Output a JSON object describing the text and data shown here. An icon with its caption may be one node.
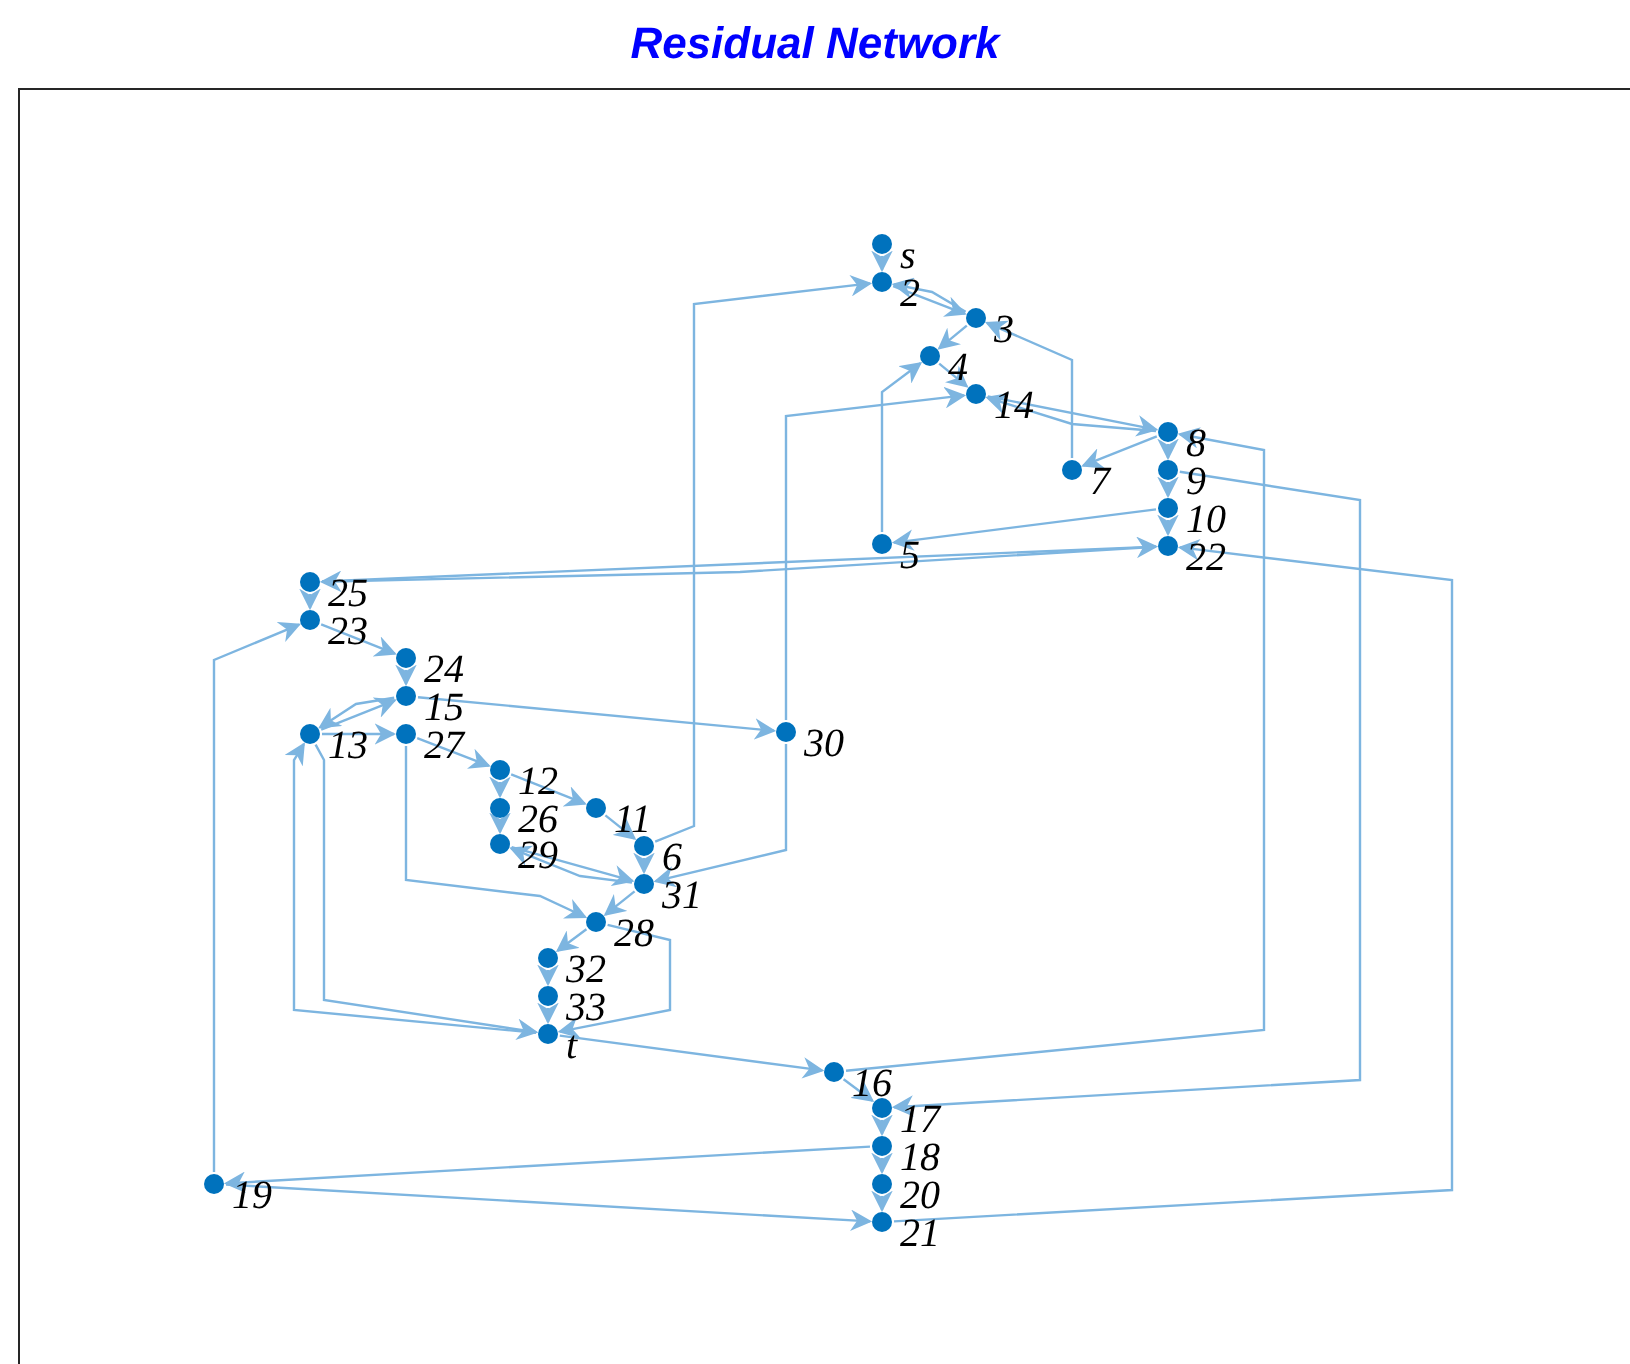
{
  "diagram": {
    "title": "Residual Network",
    "nodes": [
      {
        "text": [
          "s"
        ]
      },
      {
        "text": [
          "2"
        ]
      },
      {
        "text": [
          "3"
        ]
      },
      {
        "text": [
          "4"
        ]
      },
      {
        "text": [
          "14"
        ]
      },
      {
        "text": [
          "8"
        ]
      },
      {
        "text": [
          "7"
        ]
      },
      {
        "text": [
          "9"
        ]
      },
      {
        "text": [
          "10"
        ]
      },
      {
        "text": [
          "22"
        ]
      },
      {
        "text": [
          "5"
        ]
      },
      {
        "text": [
          "25"
        ]
      },
      {
        "text": [
          "23"
        ]
      },
      {
        "text": [
          "24"
        ]
      },
      {
        "text": [
          "15"
        ]
      },
      {
        "text": [
          "13"
        ]
      },
      {
        "text": [
          "27"
        ]
      },
      {
        "text": [
          "30"
        ]
      },
      {
        "text": [
          "12"
        ]
      },
      {
        "text": [
          "11"
        ]
      },
      {
        "text": [
          "26"
        ]
      },
      {
        "text": [
          "29"
        ]
      },
      {
        "text": [
          "6"
        ]
      },
      {
        "text": [
          "31"
        ]
      },
      {
        "text": [
          "28"
        ]
      },
      {
        "text": [
          "32"
        ]
      },
      {
        "text": [
          "33"
        ]
      },
      {
        "text": [
          "t"
        ]
      },
      {
        "text": [
          "16"
        ]
      },
      {
        "text": [
          "17"
        ]
      },
      {
        "text": [
          "18"
        ]
      },
      {
        "text": [
          "19"
        ]
      },
      {
        "text": [
          "20"
        ]
      },
      {
        "text": [
          "21"
        ]
      }
    ],
    "edges": [
      {
        "from": 0,
        "to": 1,
        "arrow": "to"
      },
      {
        "from": 1,
        "to": 2,
        "arrow": "to"
      },
      {
        "from": 2,
        "to": 1,
        "arrow": "to"
      },
      {
        "from": 2,
        "to": 3,
        "arrow": "to"
      },
      {
        "from": 22,
        "to": 1,
        "arrow": "to"
      },
      {
        "from": 6,
        "to": 2,
        "arrow": "to"
      },
      {
        "from": 3,
        "to": 4,
        "arrow": "to"
      },
      {
        "from": 10,
        "to": 3,
        "arrow": "to"
      },
      {
        "from": 4,
        "to": 5,
        "arrow": "to"
      },
      {
        "from": 5,
        "to": 4,
        "arrow": "to"
      },
      {
        "from": 17,
        "to": 4,
        "arrow": "to"
      },
      {
        "from": 5,
        "to": 6,
        "arrow": "to"
      },
      {
        "from": 5,
        "to": 7,
        "arrow": "to"
      },
      {
        "from": 7,
        "to": 8,
        "arrow": "to"
      },
      {
        "from": 8,
        "to": 9,
        "arrow": "to"
      },
      {
        "from": 28,
        "to": 5,
        "arrow": "to"
      },
      {
        "from": 7,
        "to": 29,
        "arrow": "to"
      },
      {
        "from": 33,
        "to": 9,
        "arrow": "to"
      },
      {
        "from": 8,
        "to": 10,
        "arrow": "to"
      },
      {
        "from": 11,
        "to": 9,
        "arrow": "to"
      },
      {
        "from": 9,
        "to": 11,
        "arrow": "to"
      },
      {
        "from": 11,
        "to": 12,
        "arrow": "to"
      },
      {
        "from": 12,
        "to": 13,
        "arrow": "to"
      },
      {
        "from": 13,
        "to": 14,
        "arrow": "to"
      },
      {
        "from": 14,
        "to": 17,
        "arrow": "to"
      },
      {
        "from": 17,
        "to": 23,
        "arrow": "to"
      },
      {
        "from": 15,
        "to": 14,
        "arrow": "to"
      },
      {
        "from": 14,
        "to": 15,
        "arrow": "to"
      },
      {
        "from": 15,
        "to": 16,
        "arrow": "to"
      },
      {
        "from": 16,
        "to": 18,
        "arrow": "to"
      },
      {
        "from": 18,
        "to": 19,
        "arrow": "to"
      },
      {
        "from": 19,
        "to": 22,
        "arrow": "to"
      },
      {
        "from": 18,
        "to": 20,
        "arrow": "to"
      },
      {
        "from": 20,
        "to": 21,
        "arrow": "to"
      },
      {
        "from": 21,
        "to": 23,
        "arrow": "to"
      },
      {
        "from": 23,
        "to": 21,
        "arrow": "to"
      },
      {
        "from": 22,
        "to": 23,
        "arrow": "to"
      },
      {
        "from": 23,
        "to": 24,
        "arrow": "to"
      },
      {
        "from": 24,
        "to": 25,
        "arrow": "to"
      },
      {
        "from": 25,
        "to": 26,
        "arrow": "to"
      },
      {
        "from": 26,
        "to": 27,
        "arrow": "to"
      },
      {
        "from": 24,
        "to": 27,
        "arrow": "to"
      },
      {
        "from": 15,
        "to": 27,
        "arrow": "to"
      },
      {
        "from": 27,
        "to": 15,
        "arrow": "to"
      },
      {
        "from": 16,
        "to": 24,
        "arrow": "to"
      },
      {
        "from": 27,
        "to": 28,
        "arrow": "to"
      },
      {
        "from": 28,
        "to": 29,
        "arrow": "to"
      },
      {
        "from": 29,
        "to": 30,
        "arrow": "to"
      },
      {
        "from": 30,
        "to": 31,
        "arrow": "to"
      },
      {
        "from": 31,
        "to": 12,
        "arrow": "to"
      },
      {
        "from": 31,
        "to": 33,
        "arrow": "to"
      },
      {
        "from": 30,
        "to": 32,
        "arrow": "to"
      },
      {
        "from": 32,
        "to": 33,
        "arrow": "to"
      }
    ]
  }
}
